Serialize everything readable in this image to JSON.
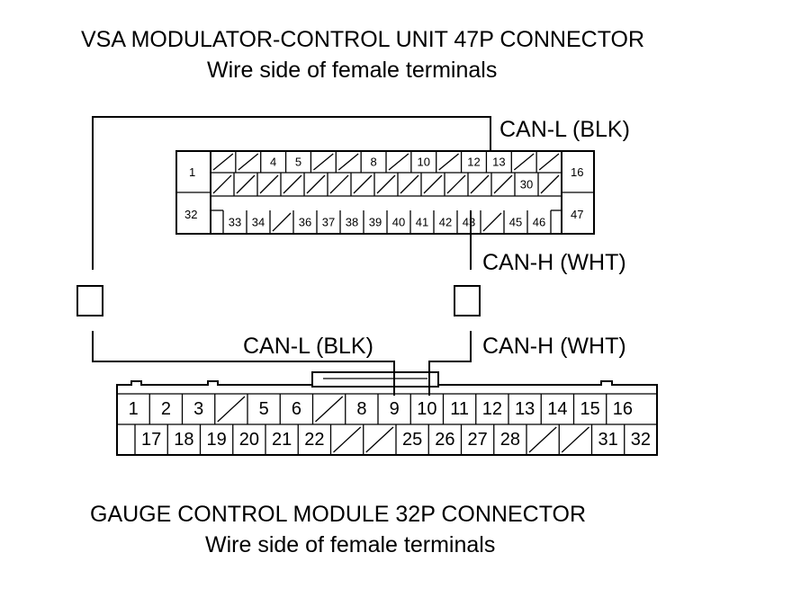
{
  "vsa": {
    "title": "VSA MODULATOR-CONTROL UNIT 47P CONNECTOR",
    "subtitle": "Wire side of female terminals",
    "can_l_label": "CAN-L (BLK)",
    "can_h_label": "CAN-H (WHT)",
    "side_top_left": "1",
    "side_bottom_left": "32",
    "side_top_right": "16",
    "side_bottom_right": "47",
    "row1": [
      "",
      "",
      "4",
      "5",
      "",
      "",
      "8",
      "",
      "10",
      "",
      "12",
      "13",
      "",
      ""
    ],
    "row2": [
      "",
      "",
      "",
      "",
      "",
      "",
      "",
      "",
      "",
      "",
      "",
      "",
      "",
      "30",
      ""
    ],
    "row3": [
      "33",
      "34",
      "",
      "36",
      "37",
      "38",
      "39",
      "40",
      "41",
      "42",
      "43",
      "",
      "45",
      "46"
    ]
  },
  "gauge": {
    "title": "GAUGE CONTROL MODULE 32P CONNECTOR",
    "subtitle": "Wire side of female terminals",
    "can_l_label": "CAN-L (BLK)",
    "can_h_label": "CAN-H (WHT)",
    "row1": [
      "1",
      "2",
      "3",
      "",
      "5",
      "6",
      "",
      "8",
      "9",
      "10",
      "11",
      "12",
      "13",
      "14",
      "15",
      "16"
    ],
    "row2": [
      "17",
      "18",
      "19",
      "20",
      "21",
      "22",
      "",
      "",
      "25",
      "26",
      "27",
      "28",
      "",
      "",
      "31",
      "32"
    ]
  }
}
